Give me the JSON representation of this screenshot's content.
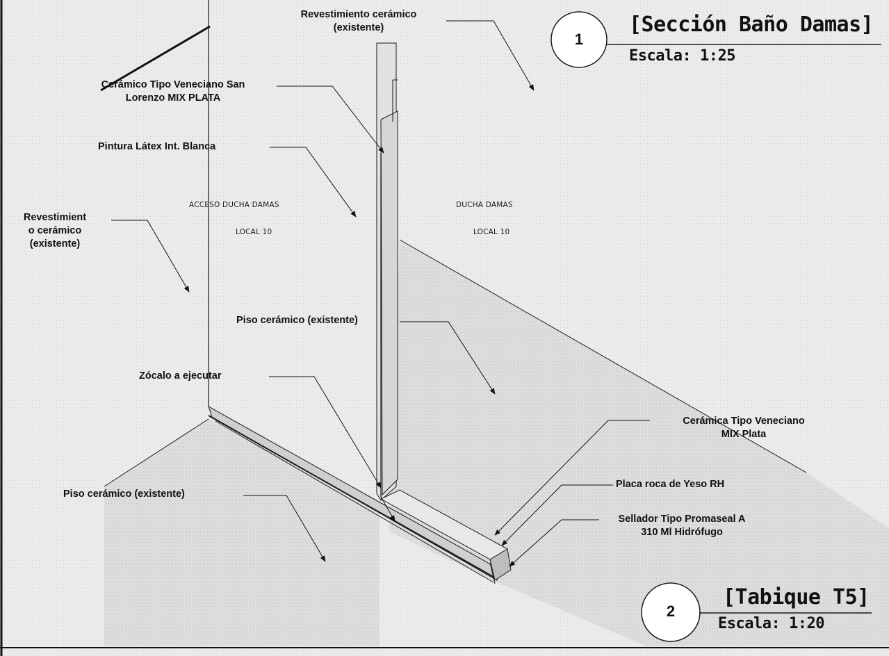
{
  "drawing": {
    "detail_1": {
      "number": "1",
      "title": "[Sección Baño Damas]",
      "scale": "Escala: 1:25"
    },
    "detail_2": {
      "number": "2",
      "title": "[Tabique T5]",
      "scale": "Escala: 1:20"
    },
    "rooms": {
      "left_name": "ACCESO DUCHA DAMAS",
      "left_local": "LOCAL 10",
      "right_name": "DUCHA DAMAS",
      "right_local": "LOCAL 10"
    },
    "labels": {
      "revestimiento_top_1": "Revestimiento cerámico",
      "revestimiento_top_2": "(existente)",
      "ceramico_veneciano_1": "Cerámico Tipo Veneciano San",
      "ceramico_veneciano_2": "Lorenzo MIX PLATA",
      "pintura": "Pintura Látex Int. Blanca",
      "revestimiento_left_1": "Revestimient",
      "revestimiento_left_2": "o cerámico",
      "revestimiento_left_3": "(existente)",
      "piso_center": "Piso cerámico (existente)",
      "zocalo": "Zócalo  a ejecutar",
      "ceramica_veneciano_1": "Cerámica Tipo Veneciano",
      "ceramica_veneciano_2": "MIX Plata",
      "placa": "Placa roca de Yeso RH",
      "sellador_1": "Sellador Tipo Promaseal A",
      "sellador_2": "310 Ml Hidrófugo",
      "piso_left": "Piso cerámico (existente)"
    },
    "colors": {
      "floor_fill": "#dcdcdc",
      "line": "#1a1a1a",
      "wall_face": "#e6e6e6"
    }
  }
}
